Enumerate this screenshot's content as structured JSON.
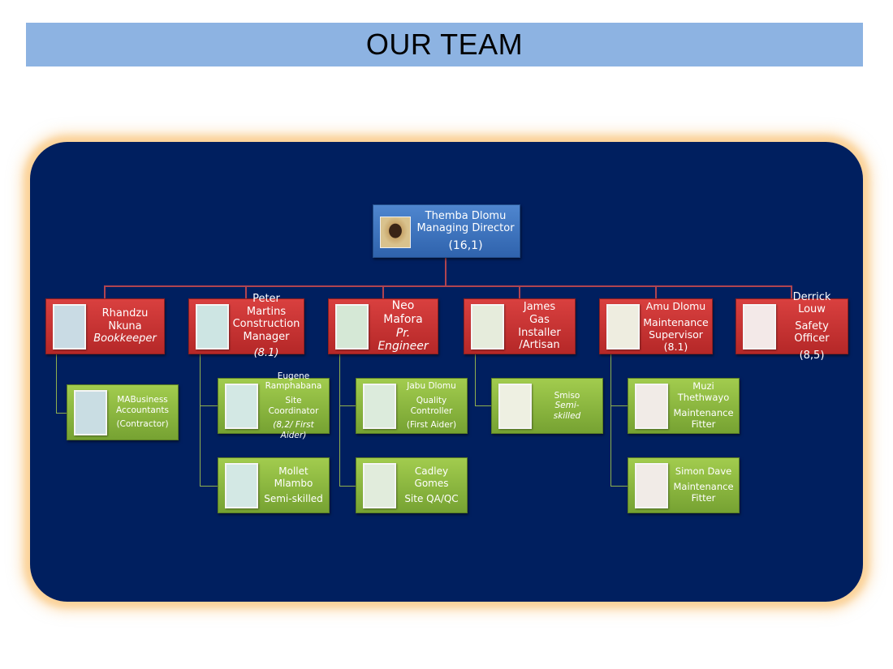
{
  "title": "OUR TEAM",
  "top": {
    "name": "Themba Dlomu",
    "role": "Managing Director",
    "code": "(16,1)"
  },
  "managers": [
    {
      "l1": "Rhandzu",
      "l2": "Nkuna",
      "l3": "Bookkeeper"
    },
    {
      "l1": "Peter Martins",
      "l2": "Construction",
      "l3": "Manager",
      "l4": "(8.1)"
    },
    {
      "l1": "Neo Mafora",
      "l2": "Pr. Engineer"
    },
    {
      "l1": "James",
      "l2": "Gas Installer",
      "l3": "/Artisan"
    },
    {
      "l1": "Amu Dlomu",
      "l2": "Maintenance",
      "l3": "Supervisor",
      "l4": "(8.1)"
    },
    {
      "l1": "Derrick Louw",
      "l2": "Safety Officer",
      "l3": "(8,5)"
    }
  ],
  "staff": [
    {
      "l1": "MABusiness",
      "l2": "Accountants",
      "l3": "(Contractor)"
    },
    {
      "l1": "Eugene",
      "l2": "Ramphabana",
      "l3": "Site Coordinator",
      "l4": "(8,2/ First Aider)"
    },
    {
      "l1": "Mollet",
      "l2": "Mlambo",
      "l3": "Semi-skilled"
    },
    {
      "l1": "Jabu Dlomu",
      "l2": "Quality",
      "l3": "Controller",
      "l4": "(First Aider)"
    },
    {
      "l1": "Cadley Gomes",
      "l2": "Site QA/QC"
    },
    {
      "l1": "Smiso",
      "l2": "Semi-",
      "l3": "skilled"
    },
    {
      "l1": "Muzi",
      "l2": "Thethwayo",
      "l3": "Maintenance",
      "l4": "Fitter"
    },
    {
      "l1": "Simon Dave",
      "l2": "Maintenance",
      "l3": "Fitter"
    }
  ]
}
